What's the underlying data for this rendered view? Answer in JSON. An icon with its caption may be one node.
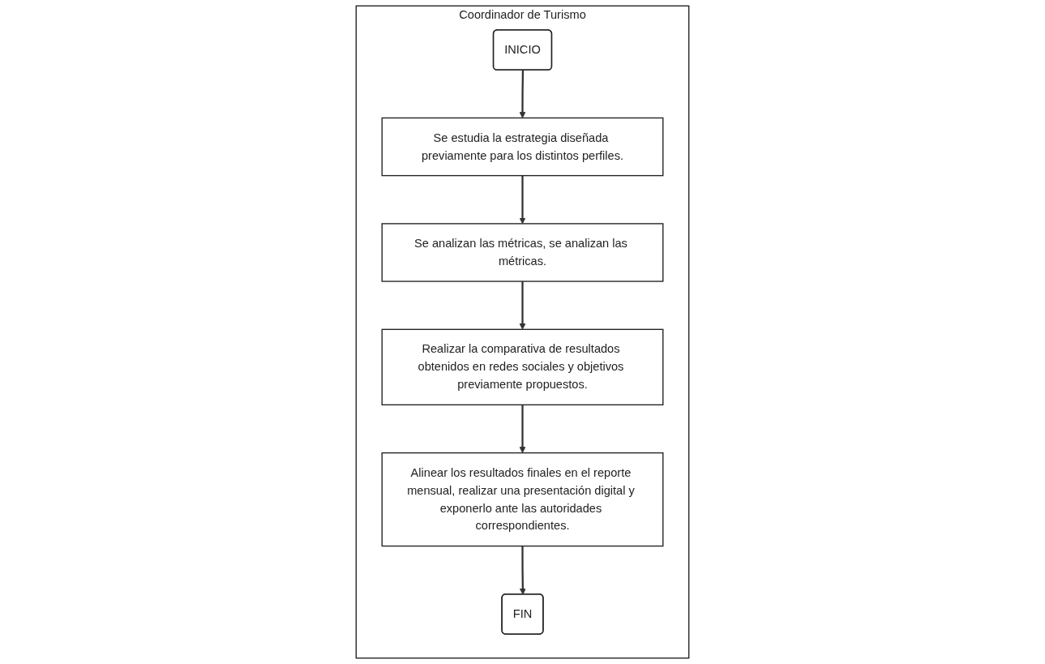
{
  "diagram": {
    "nodes": [
      {
        "text": [
          "Coordinador de Turismo"
        ]
      },
      {
        "text": [
          "INICIO"
        ],
        "in": 0
      },
      {
        "text": [
          "Se estudia la estrategia diseñada previamente para los distintos perfiles."
        ],
        "in": 0
      },
      {
        "text": [
          "Se analizan las métricas, se analizan las métricas."
        ],
        "in": 0
      },
      {
        "text": [
          "Realizar la comparativa de resultados obtenidos en redes sociales y objetivos previamente propuestos."
        ],
        "in": 0
      },
      {
        "text": [
          "Alinear los resultados finales en el reporte mensual, realizar una presentación digital y exponerlo ante las autoridades correspondientes."
        ],
        "in": 0
      },
      {
        "text": [
          "FIN"
        ],
        "in": 0
      }
    ],
    "edges": [
      {
        "from": 1,
        "to": 2,
        "arrow": "to"
      },
      {
        "from": 2,
        "to": 3,
        "arrow": "to"
      },
      {
        "from": 3,
        "to": 4,
        "arrow": "to"
      },
      {
        "from": 4,
        "to": 5,
        "arrow": "to"
      },
      {
        "from": 5,
        "to": 6,
        "arrow": "to"
      }
    ]
  }
}
